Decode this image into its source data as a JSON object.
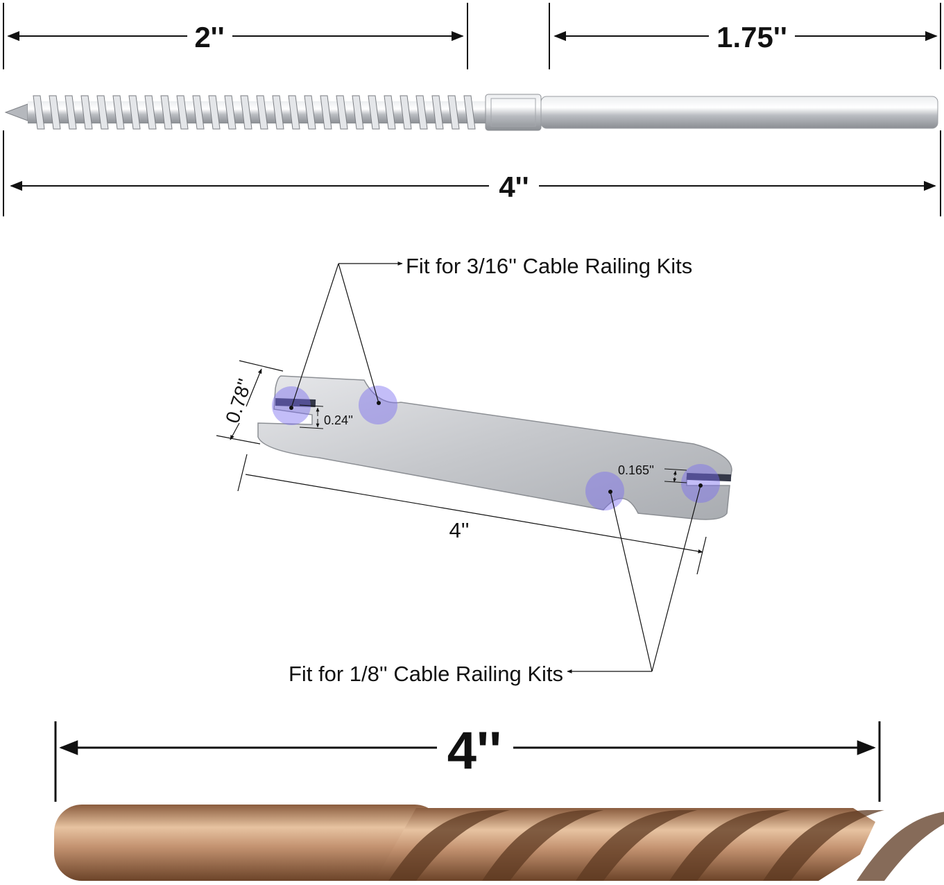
{
  "lag_screw": {
    "thread_length_label": "2''",
    "stud_length_label": "1.75''",
    "total_length_label": "4''"
  },
  "wrench": {
    "width_label": "0.78''",
    "large_slot_label": "0.24''",
    "small_slot_label": "0.165''",
    "length_label": "4''",
    "callout_large": "Fit for 3/16'' Cable Railing Kits",
    "callout_small": "Fit for 1/8'' Cable Railing Kits"
  },
  "drill_bit": {
    "length_label": "4''"
  },
  "colors": {
    "steel": "#c9cbcf",
    "bronze": "#b98a64",
    "highlight": "#7b6cf0"
  }
}
